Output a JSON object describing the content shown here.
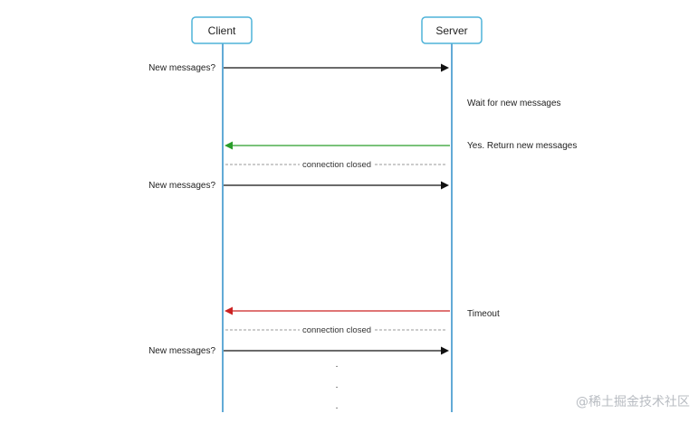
{
  "participants": {
    "client": "Client",
    "server": "Server"
  },
  "messages": {
    "request_1": "New messages?",
    "wait": "Wait for new messages",
    "response_yes": "Yes. Return new messages",
    "closed_1": "connection closed",
    "request_2": "New messages?",
    "timeout": "Timeout",
    "closed_2": "connection closed",
    "request_3": "New messages?"
  },
  "continuation": ".",
  "watermark": "@稀土掘金技术社区",
  "colors": {
    "lifeline": "#2e8ec9",
    "box_border": "#4fb3d9",
    "request_arrow": "#111111",
    "yes_arrow": "#2a9d2a",
    "timeout_arrow": "#cc2222",
    "dashed": "#9a9a9a"
  }
}
